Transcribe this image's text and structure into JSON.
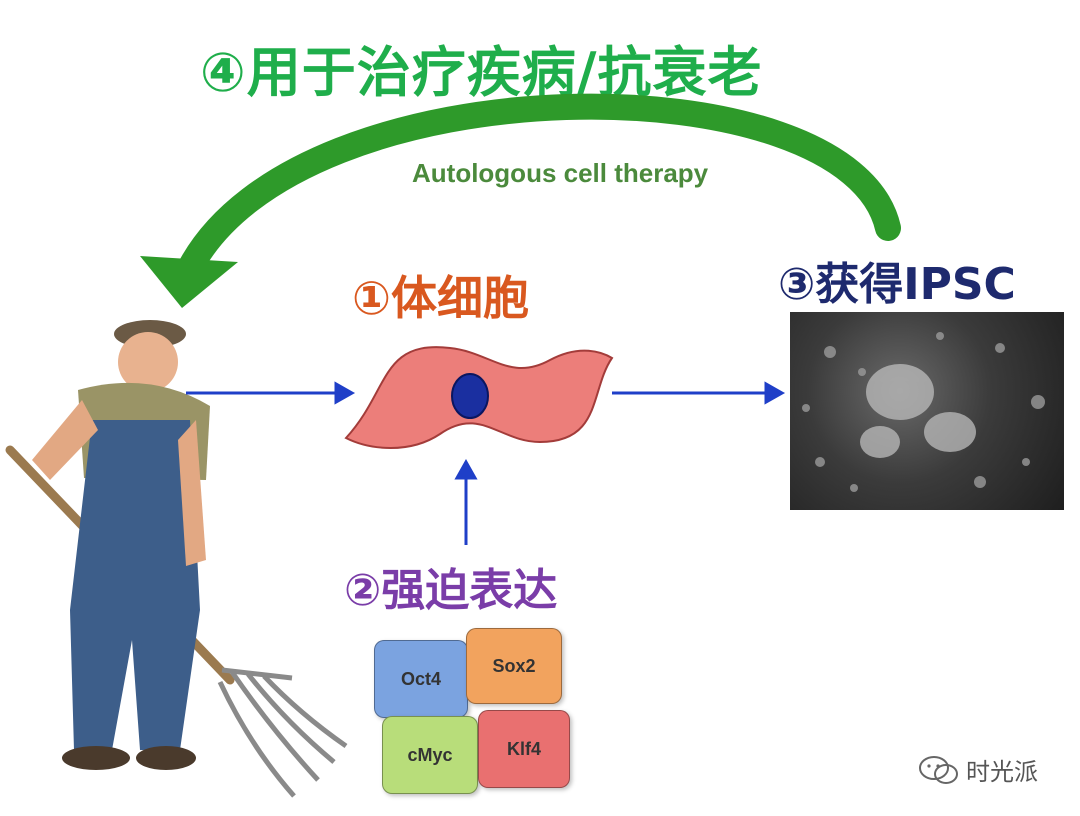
{
  "title": "④用于治疗疾病/抗衰老",
  "therapy_label": "Autologous cell therapy",
  "step1_label": "①体细胞",
  "step2_label": "②强迫表达",
  "step3_label": "③获得IPSC",
  "factors": [
    "Oct4",
    "Sox2",
    "cMyc",
    "Klf4"
  ],
  "watermark": "时光派",
  "colors": {
    "title": "#1fae4b",
    "therapy_arrow": "#2e9a2a",
    "step1": "#d9581f",
    "step2": "#7a3da8",
    "step3": "#1e2a6e",
    "flow_arrows": "#1f3fc8",
    "cell_body": "#ec7e7a",
    "cell_nucleus": "#1a2fa0",
    "oct4": "#7ba3e0",
    "sox2": "#f2a35e",
    "cmyc": "#b8dd7a",
    "klf4": "#e97070"
  },
  "icons": [
    "farmer-illustration",
    "somatic-cell-icon",
    "ipsc-micrograph",
    "wechat-icon"
  ]
}
